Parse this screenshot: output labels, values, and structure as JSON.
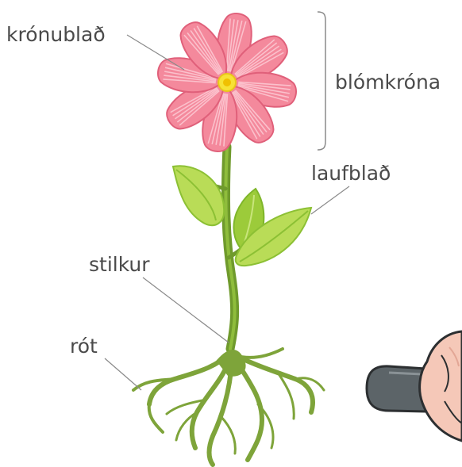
{
  "labels": {
    "petal": "krónublað",
    "corolla": "blómkróna",
    "leaf": "laufblað",
    "stem": "stilkur",
    "root": "rót"
  },
  "colors": {
    "petal_fill": "#f4899c",
    "petal_stroke": "#e0607a",
    "petal_vein": "#fbc1cc",
    "center": "#f7e236",
    "stem": "#6f9a2c",
    "leaf_dark": "#7fb62a",
    "leaf_light": "#b9dc57",
    "root": "#7ea43a",
    "text": "#4a4a4a",
    "leader_line": "#8a8a8a",
    "rod": "#5c6468",
    "hand": "#f5c8b8"
  }
}
